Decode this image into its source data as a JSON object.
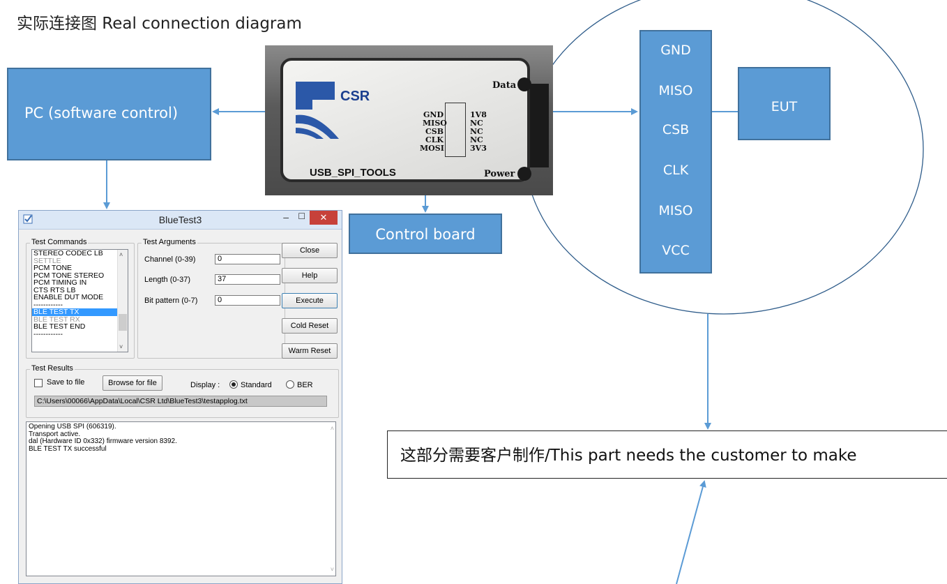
{
  "title": "实际连接图 Real connection diagram",
  "pc_box": "PC (software control)",
  "control_box": "Control board",
  "eut_box": "EUT",
  "pins": [
    "GND",
    "MISO",
    "CSB",
    "CLK",
    "MISO",
    "VCC"
  ],
  "note": "这部分需要客户制作/This part needs the customer to make",
  "device": {
    "brand": "CSR",
    "name": "USB_SPI_TOOLS",
    "data_label": "Data",
    "power_label": "Power",
    "left_pins": [
      "GND",
      "MISO",
      "CSB",
      "CLK",
      "MOSI"
    ],
    "right_pins": [
      "1V8",
      "NC",
      "NC",
      "NC",
      "3V3"
    ]
  },
  "window": {
    "title": "BlueTest3",
    "close_glyph": "✕",
    "test_commands_label": "Test Commands",
    "commands": [
      {
        "label": "STEREO CODEC LB",
        "state": "normal"
      },
      {
        "label": "SETTLE",
        "state": "disabled"
      },
      {
        "label": "PCM TONE",
        "state": "normal"
      },
      {
        "label": "PCM TONE STEREO",
        "state": "normal"
      },
      {
        "label": "PCM TIMING IN",
        "state": "normal"
      },
      {
        "label": "CTS RTS LB",
        "state": "normal"
      },
      {
        "label": "ENABLE DUT MODE",
        "state": "normal"
      },
      {
        "label": "------------",
        "state": "normal"
      },
      {
        "label": "BLE TEST TX",
        "state": "selected"
      },
      {
        "label": "BLE TEST RX",
        "state": "disabled"
      },
      {
        "label": "BLE TEST END",
        "state": "normal"
      },
      {
        "label": "------------",
        "state": "normal"
      }
    ],
    "test_arguments_label": "Test Arguments",
    "args": [
      {
        "label": "Channel (0-39)",
        "value": "0"
      },
      {
        "label": "Length (0-37)",
        "value": "37"
      },
      {
        "label": "Bit pattern (0-7)",
        "value": "0"
      }
    ],
    "buttons": [
      "Close",
      "Help",
      "Execute",
      "Cold Reset",
      "Warm Reset"
    ],
    "test_results_label": "Test Results",
    "save_to_file": "Save to file",
    "browse": "Browse for file",
    "display_label": "Display :",
    "radio_standard": "Standard",
    "radio_ber": "BER",
    "path": "C:\\Users\\00066\\AppData\\Local\\CSR Ltd\\BlueTest3\\testapplog.txt",
    "log": [
      "Opening USB SPI (606319).",
      "Transport active.",
      "dal (Hardware ID 0x332) firmware version 8392.",
      "BLE TEST TX successful"
    ]
  }
}
